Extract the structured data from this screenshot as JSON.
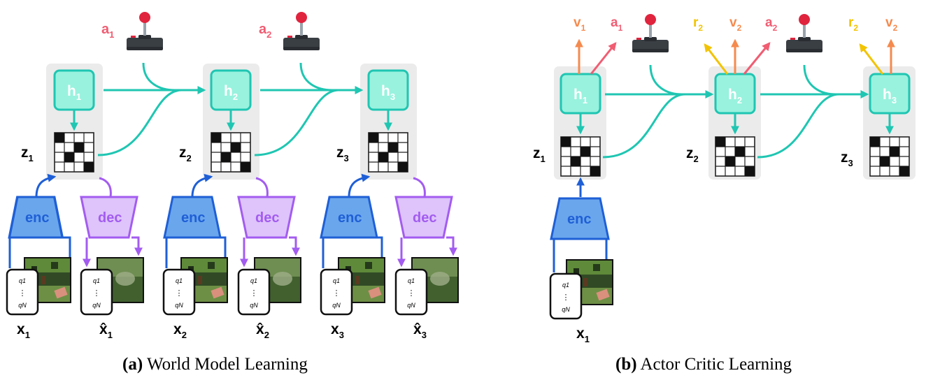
{
  "panel_a": {
    "caption_tag": "(a)",
    "caption_text": "World Model Learning",
    "action_labels": [
      {
        "base": "a",
        "sub": "1"
      },
      {
        "base": "a",
        "sub": "2"
      }
    ],
    "hidden_labels": [
      {
        "base": "h",
        "sub": "1"
      },
      {
        "base": "h",
        "sub": "2"
      },
      {
        "base": "h",
        "sub": "3"
      }
    ],
    "latent_labels": [
      {
        "base": "z",
        "sub": "1"
      },
      {
        "base": "z",
        "sub": "2"
      },
      {
        "base": "z",
        "sub": "3"
      }
    ],
    "encoder_label": "enc",
    "decoder_label": "dec",
    "input_labels": [
      {
        "base": "x",
        "sub": "1"
      },
      {
        "base": "x",
        "sub": "2"
      },
      {
        "base": "x",
        "sub": "3"
      }
    ],
    "recon_labels": [
      {
        "base": "x̂",
        "sub": "1"
      },
      {
        "base": "x̂",
        "sub": "2"
      },
      {
        "base": "x̂",
        "sub": "3"
      }
    ],
    "vector_top": "q1",
    "vector_dots": "⋮",
    "vector_bottom": "qN"
  },
  "panel_b": {
    "caption_tag": "(b)",
    "caption_text": "Actor Critic Learning",
    "hidden_labels": [
      {
        "base": "h",
        "sub": "1"
      },
      {
        "base": "h",
        "sub": "2"
      },
      {
        "base": "h",
        "sub": "3"
      }
    ],
    "latent_labels": [
      {
        "base": "z",
        "sub": "1"
      },
      {
        "base": "z",
        "sub": "2"
      },
      {
        "base": "z",
        "sub": "3"
      }
    ],
    "encoder_label": "enc",
    "input_label": {
      "base": "x",
      "sub": "1"
    },
    "output_labels": [
      {
        "base": "v",
        "sub": "1"
      },
      {
        "base": "a",
        "sub": "1"
      },
      {
        "base": "r",
        "sub": "2"
      },
      {
        "base": "v",
        "sub": "2"
      },
      {
        "base": "a",
        "sub": "2"
      },
      {
        "base": "r",
        "sub": "2"
      },
      {
        "base": "v",
        "sub": "2"
      }
    ]
  },
  "colors": {
    "teal": "#1fc6b2",
    "teal_fill": "#99f2de",
    "blue": "#1f5fd6",
    "blue_fill": "#6aa6ec",
    "purple": "#a35cf0",
    "purple_fill": "#dec4fa",
    "pink": "#f05d72",
    "orange": "#f58a4e",
    "yellow": "#f2c300",
    "gray_bg": "#ebebeb"
  },
  "icons": {
    "action": "joystick-icon",
    "frame": "game-frame-image"
  }
}
